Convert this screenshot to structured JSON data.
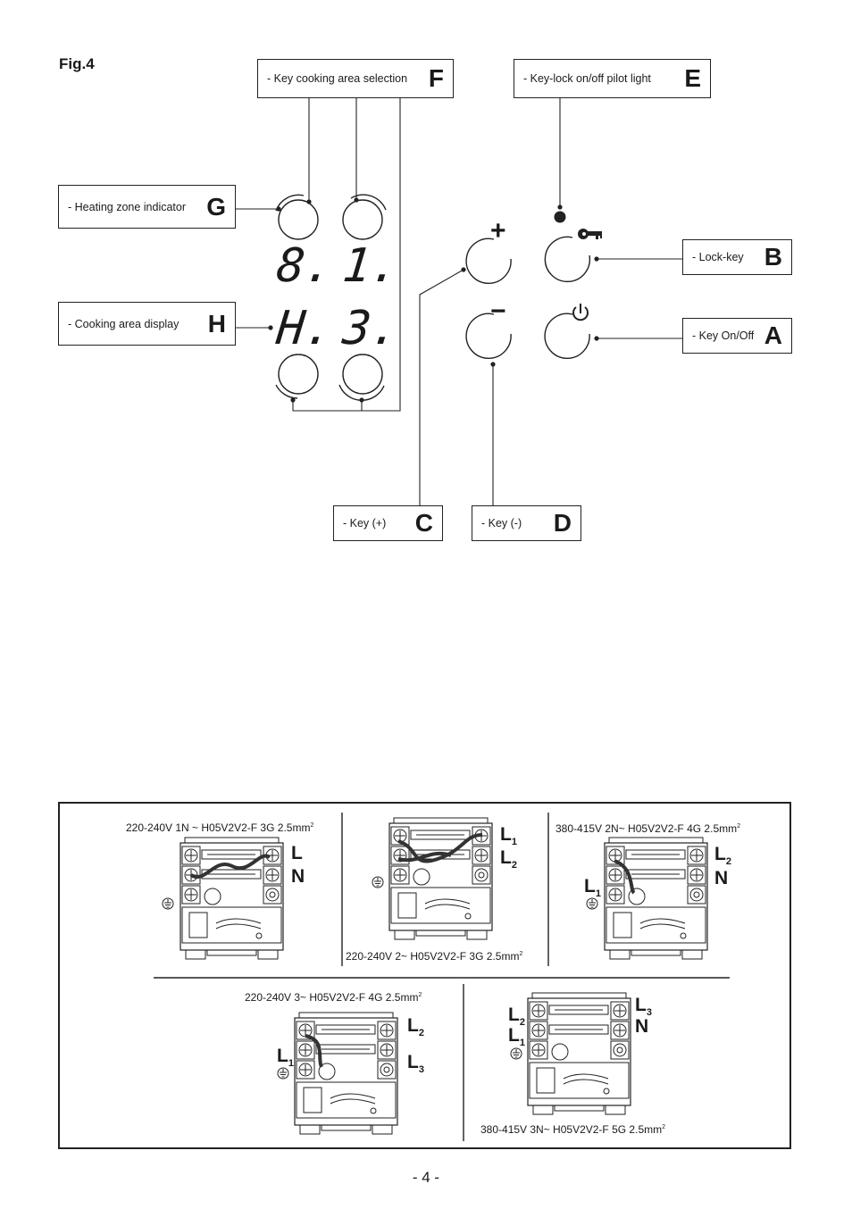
{
  "figure": {
    "title": "Fig.4"
  },
  "callouts": {
    "F": {
      "label": "- Key cooking area selection",
      "letter": "F"
    },
    "E": {
      "label": "- Key-lock on/off pilot light",
      "letter": "E"
    },
    "G": {
      "label": "- Heating zone indicator",
      "letter": "G"
    },
    "B": {
      "label": "- Lock-key",
      "letter": "B"
    },
    "H": {
      "label": "- Cooking area display",
      "letter": "H"
    },
    "A": {
      "label": "- Key On/Off",
      "letter": "A"
    },
    "C": {
      "label": "- Key (+)",
      "letter": "C"
    },
    "D": {
      "label": "- Key (-)",
      "letter": "D"
    }
  },
  "displays": {
    "top_left": "8.",
    "top_right": "1.",
    "bottom_left": "H.",
    "bottom_right": "3."
  },
  "key_symbols": {
    "plus": "+",
    "minus": "−"
  },
  "wiring": {
    "d1": {
      "label": "220-240V 1N ~ H05V2V2-F 3G 2.5mm",
      "sup": "2",
      "t1": "L",
      "t2": "N"
    },
    "d2": {
      "label": "220-240V 2~ H05V2V2-F 3G 2.5mm",
      "sup": "2",
      "t1": "L",
      "t1sub": "1",
      "t2": "L",
      "t2sub": "2"
    },
    "d3": {
      "label": "380-415V 2N~ H05V2V2-F 4G 2.5mm",
      "sup": "2",
      "t1": "L",
      "t1sub": "2",
      "t2": "N",
      "t3": "L",
      "t3sub": "1"
    },
    "d4": {
      "label": "220-240V 3~ H05V2V2-F 4G 2.5mm",
      "sup": "2",
      "t1": "L",
      "t1sub": "2",
      "t2": "L",
      "t2sub": "3",
      "t3": "L",
      "t3sub": "1"
    },
    "d5": {
      "label": "380-415V 3N~ H05V2V2-F 5G 2.5mm",
      "sup": "2",
      "t1": "L",
      "t1sub": "2",
      "t2": "L",
      "t2sub": "1",
      "t3": "L",
      "t3sub": "3",
      "t4": "N"
    }
  },
  "page": {
    "number": "- 4 -"
  }
}
